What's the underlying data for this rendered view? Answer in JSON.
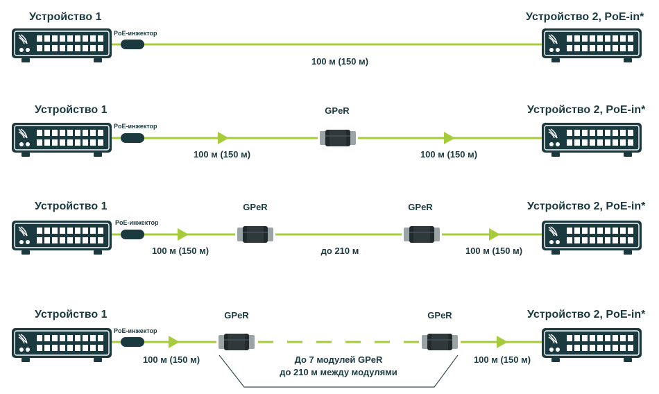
{
  "colors": {
    "cable": "#a6cc3b",
    "device": "#1b3a40",
    "text": "#1b3a40"
  },
  "rows": [
    {
      "device1": "Устройство 1",
      "injector": "PoE-инжектор",
      "device2": "Устройство 2, PoE-in*",
      "gpers": [],
      "distances": [
        "100 м (150 м)"
      ]
    },
    {
      "device1": "Устройство 1",
      "injector": "PoE-инжектор",
      "device2": "Устройство 2, PoE-in*",
      "gpers": [
        "GPeR"
      ],
      "distances": [
        "100 м (150 м)",
        "100 м (150 м)"
      ]
    },
    {
      "device1": "Устройство 1",
      "injector": "PoE-инжектор",
      "device2": "Устройство 2, PoE-in*",
      "gpers": [
        "GPeR",
        "GPeR"
      ],
      "distances": [
        "100 м (150 м)",
        "до 210 м",
        "100 м (150 м)"
      ]
    },
    {
      "device1": "Устройство 1",
      "injector": "PoE-инжектор",
      "device2": "Устройство 2, PoE-in*",
      "gpers": [
        "GPeR",
        "GPeR"
      ],
      "distances": [
        "100 м (150 м)",
        "100 м (150 м)"
      ],
      "note_line1": "До 7 модулей GPeR",
      "note_line2": "до 210 м между модулями"
    }
  ]
}
